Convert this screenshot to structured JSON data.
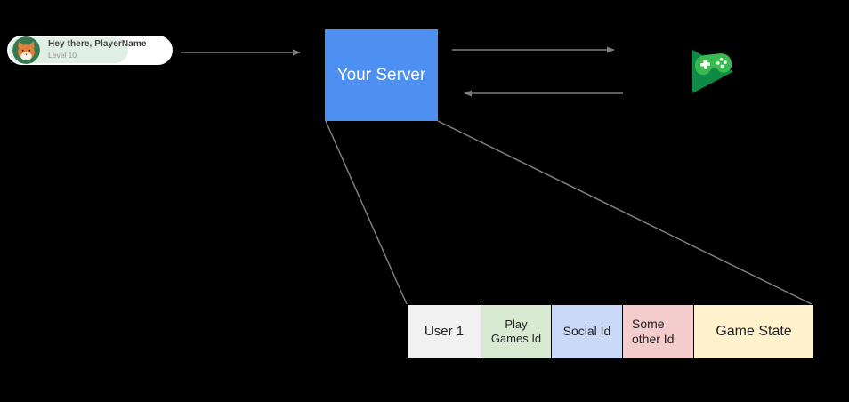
{
  "colors": {
    "bg": "#000000",
    "line_gray": "#7E7E7E",
    "server_blue": "#4E90F2",
    "server_text": "#FFFFFF",
    "card_bg": "#FFFFFF",
    "card_mint": "#E0EFE6",
    "card_title_color": "#424242",
    "card_subtitle_color": "#8E9196",
    "avatar_green": "#36794F",
    "fox_orange": "#E0813C",
    "fox_muzzle": "#F7F0E7",
    "pg_triangle_green": "#0E8A46",
    "pg_gamepad_green": "#3BBA51",
    "table_border": "#000000",
    "table_text": "#202124"
  },
  "player_card": {
    "title": "Hey there, PlayerName",
    "subtitle": "Level 10",
    "avatar_icon": "fox-avatar"
  },
  "server": {
    "label": "Your Server"
  },
  "play_games": {
    "icon": "google-play-games"
  },
  "table": {
    "cells": [
      {
        "name": "user-1",
        "label": "User 1",
        "bg": "#F1F1F1"
      },
      {
        "name": "play-games-id",
        "label": "Play\nGames Id",
        "bg": "#D9EAD3"
      },
      {
        "name": "social-id",
        "label": "Social Id",
        "bg": "#C9DAF8"
      },
      {
        "name": "some-other-id",
        "label": "Some\nother Id",
        "bg": "#F4CCCC"
      },
      {
        "name": "game-state",
        "label": "Game State",
        "bg": "#FFF2CC"
      }
    ]
  }
}
